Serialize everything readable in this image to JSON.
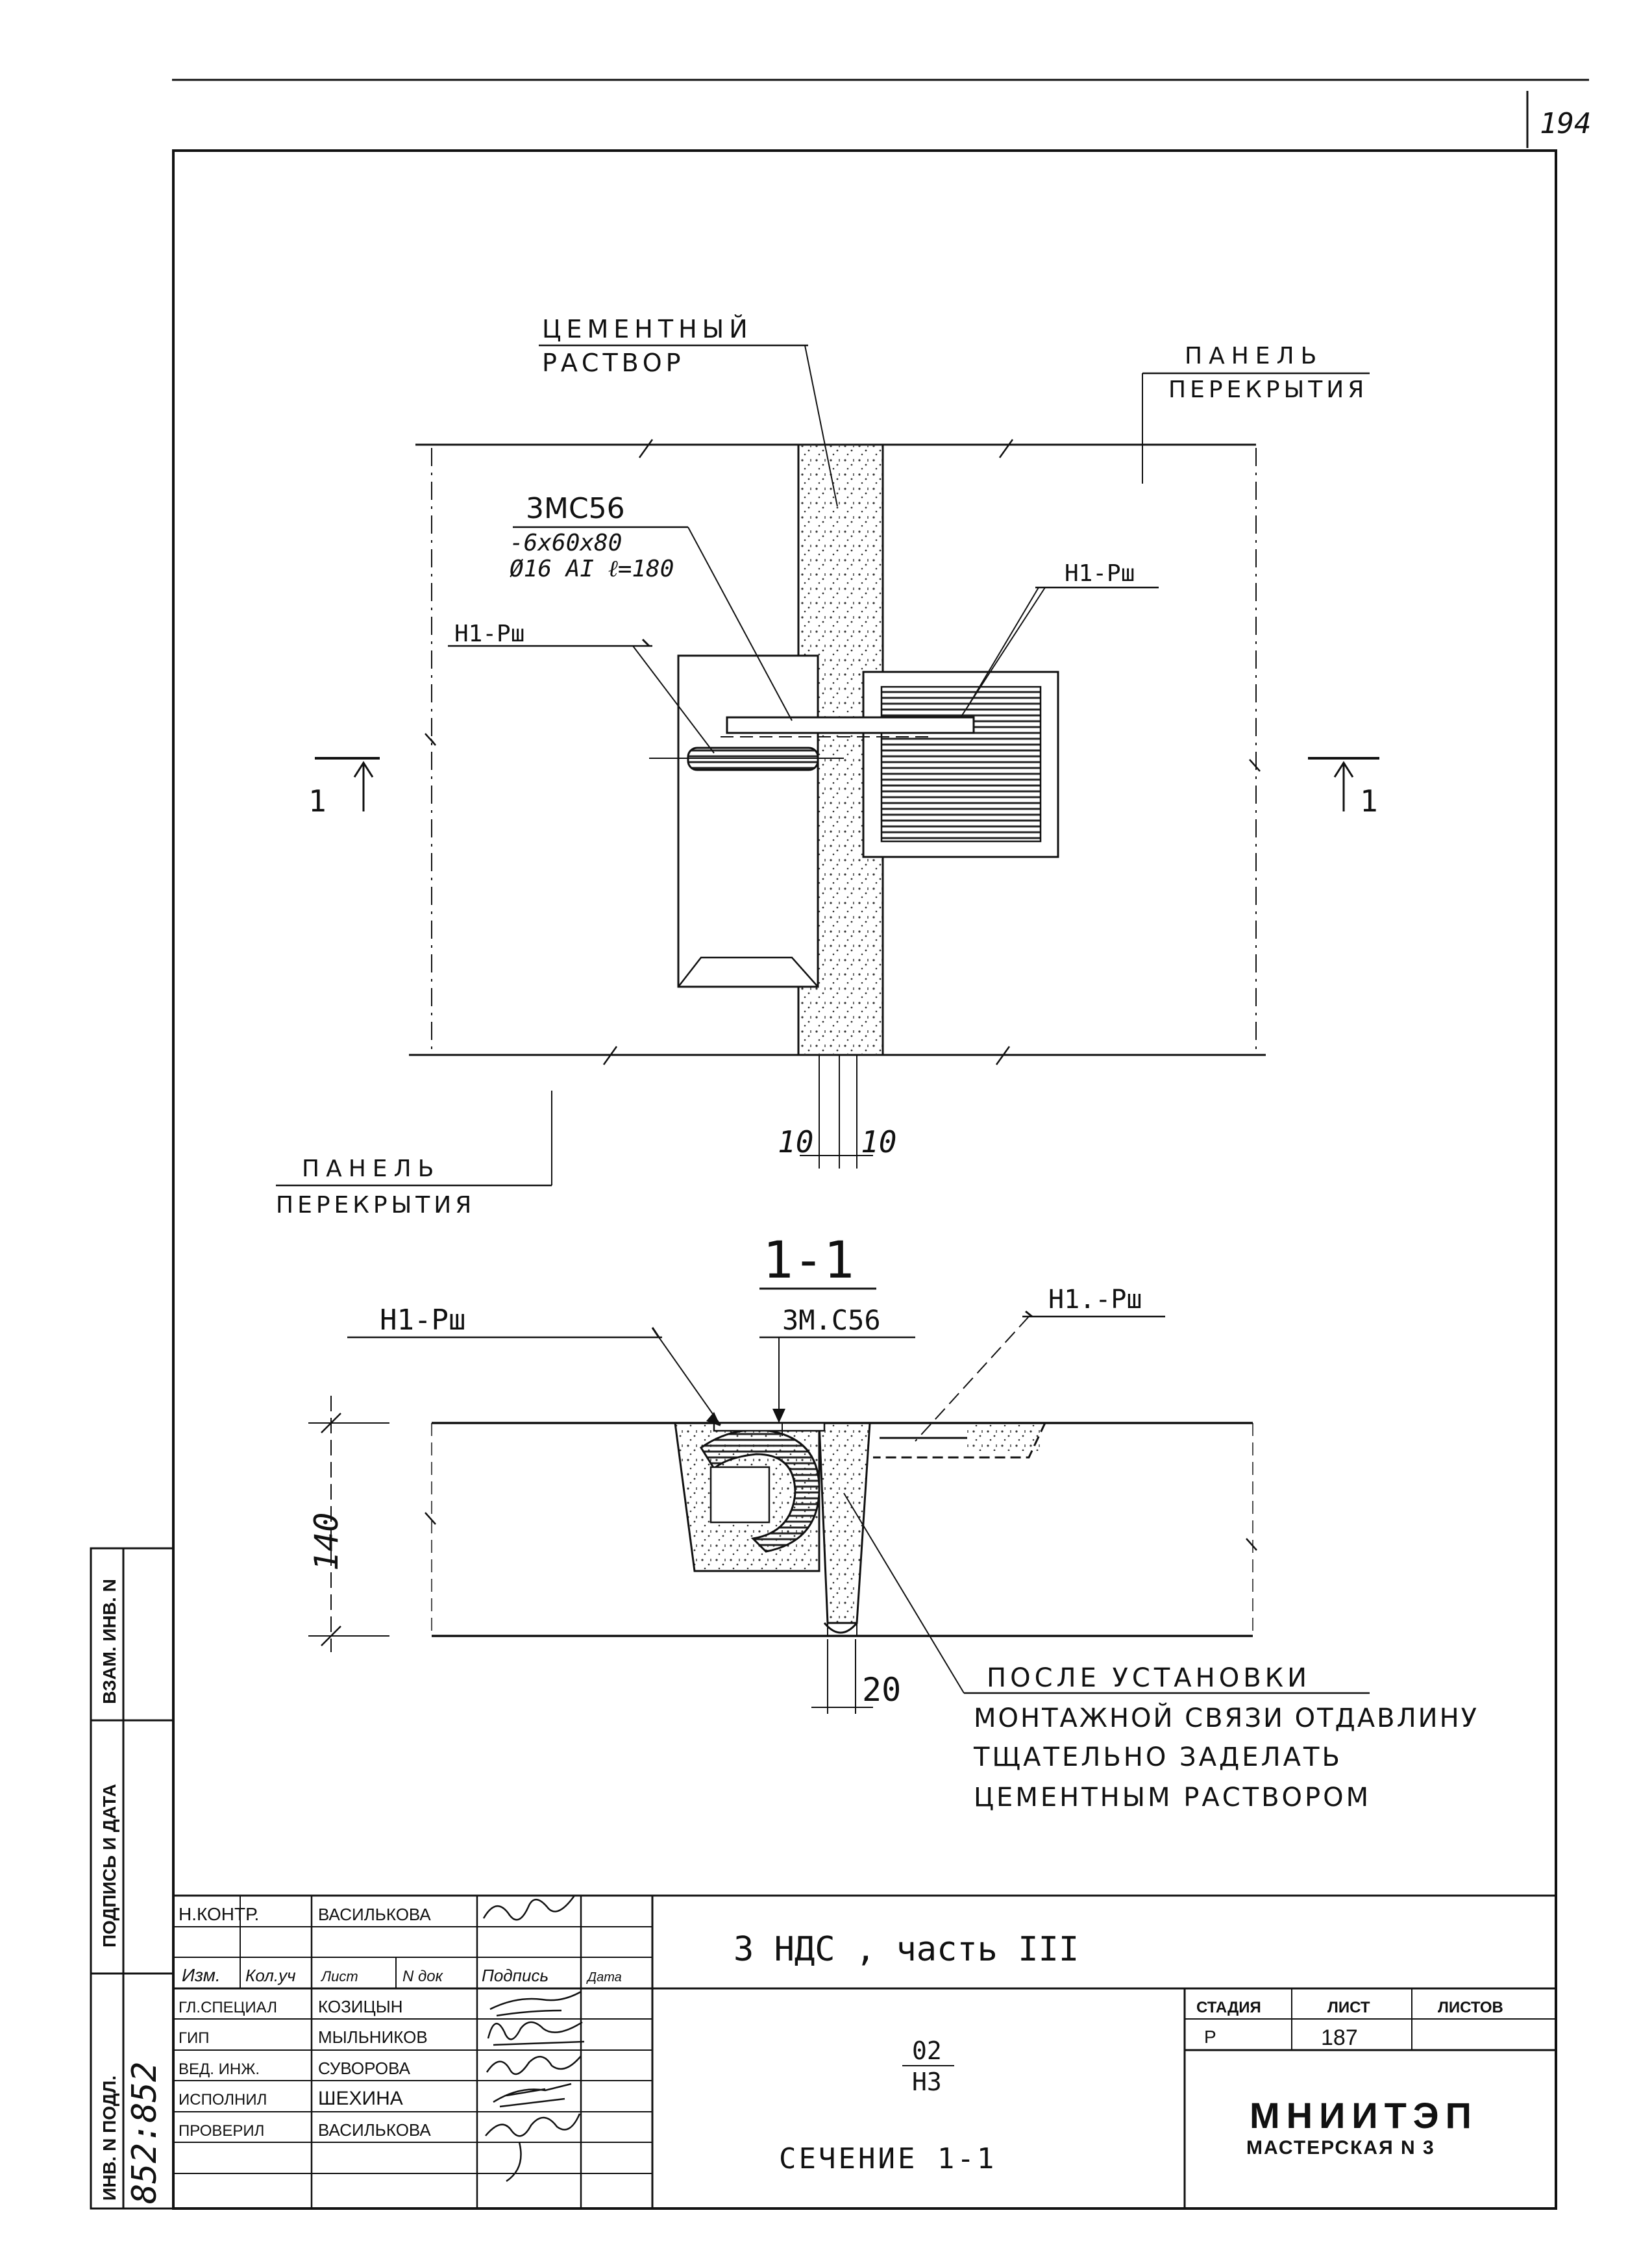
{
  "sheet": {
    "page_number": "194"
  },
  "drawing": {
    "plan": {
      "cement_mortar_label": [
        "ЦЕМЕНТНЫЙ",
        "РАСТВОР"
      ],
      "slab_label_top": [
        "ПАНЕЛЬ",
        "ПЕРЕКРЫТИЯ"
      ],
      "slab_label_bottom": [
        "ПАНЕЛЬ",
        "ПЕРЕКРЫТИЯ"
      ],
      "connector_label": "3МС56",
      "connector_spec_1": "-6х60х80",
      "connector_spec_2": "Ø16 АI ℓ=180",
      "embed_label_left": "Н1-Рш",
      "embed_label_right": "Н1-Рш",
      "section_mark_left": "1",
      "section_mark_right": "1",
      "dim_left": "10",
      "dim_right": "10"
    },
    "section": {
      "title": "1-1",
      "embed_label_left": "Н1-Рш",
      "connector_label": "3М.С56",
      "embed_label_right": "Н1.-Рш",
      "dim_height": "140",
      "dim_gap": "20",
      "note": [
        "ПОСЛЕ УСТАНОВКИ",
        "МОНТАЖНОЙ СВЯЗИ ОТДАВЛИНУ",
        "ТЩАТЕЛЬНО ЗАДЕЛАТЬ",
        "ЦЕМЕНТНЫМ РАСТВОРОМ"
      ]
    }
  },
  "side_stamp": {
    "col1": "ИНВ. N ПОДЛ.",
    "col2": "ПОДПИСЬ И ДАТА",
    "col3": "ВЗАМ. ИНВ. N",
    "inv_handwritten": "852:852"
  },
  "title_block": {
    "project": "3 НДС , часть III",
    "doc_code_top": "02",
    "doc_code_bottom": "Н3",
    "sheet_title": "СЕЧЕНИЕ 1-1",
    "stage_header": "СТАДИЯ",
    "sheet_header": "ЛИСТ",
    "sheets_header": "ЛИСТОВ",
    "stage_value": "Р",
    "sheet_value": "187",
    "sheets_value": "",
    "org_name": "МНИИТЭП",
    "org_workshop": "МАСТЕРСКАЯ N 3",
    "header_row": [
      "Изм.",
      "Кол.уч",
      "Лист",
      "N док",
      "Подпись",
      "Дата"
    ],
    "staff": [
      {
        "role": "Н.КОНТР.",
        "name": "ВАСИЛЬКОВА"
      },
      {
        "role": "ГЛ.СПЕЦИАЛ",
        "name": "КОЗИЦЫН"
      },
      {
        "role": "ГИП",
        "name": "МЫЛЬНИКОВ"
      },
      {
        "role": "ВЕД. ИНЖ.",
        "name": "СУВОРОВА"
      },
      {
        "role": "ИСПОЛНИЛ",
        "name": "ШЕХИНА"
      },
      {
        "role": "ПРОВЕРИЛ",
        "name": "ВАСИЛЬКОВА"
      }
    ]
  }
}
